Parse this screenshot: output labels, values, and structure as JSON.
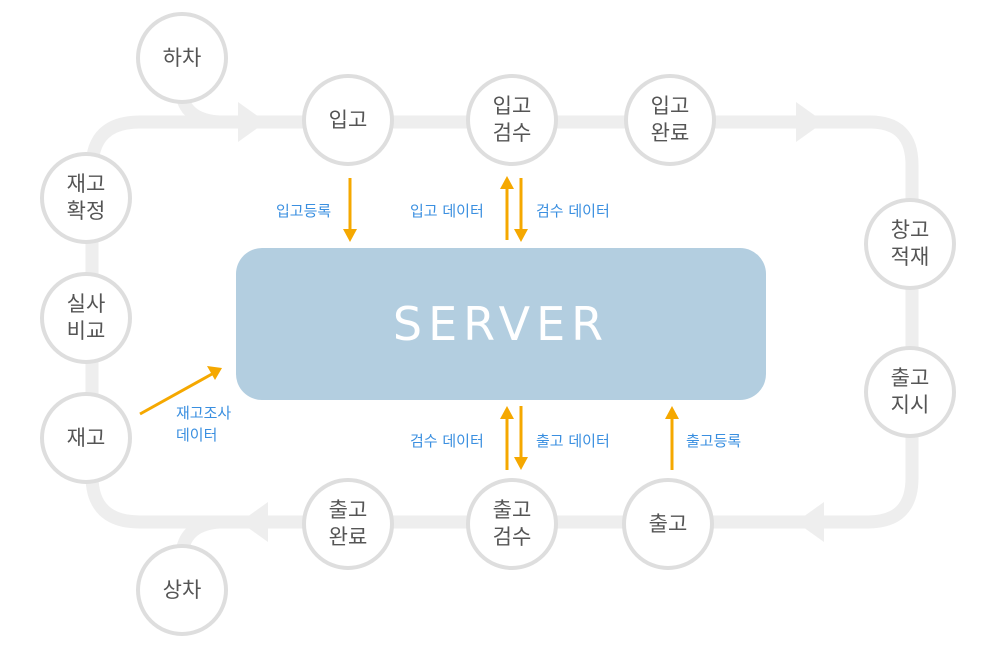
{
  "server": {
    "label": "SERVER"
  },
  "nodes": {
    "hacha": [
      "하차"
    ],
    "ipgo": [
      "입고"
    ],
    "ipgo_inspect": [
      "입고",
      "검수"
    ],
    "ipgo_done": [
      "입고",
      "완료"
    ],
    "changgo_load": [
      "창고",
      "적재"
    ],
    "chulgo_order": [
      "출고",
      "지시"
    ],
    "chulgo": [
      "출고"
    ],
    "chulgo_inspect": [
      "출고",
      "검수"
    ],
    "chulgo_done": [
      "출고",
      "완료"
    ],
    "sangcha": [
      "상차"
    ],
    "jaego": [
      "재고"
    ],
    "compare": [
      "실사",
      "비교"
    ],
    "confirm": [
      "재고",
      "확정"
    ]
  },
  "labels": {
    "ipgo_register": "입고등록",
    "ipgo_data": "입고 데이터",
    "inspect_data_top": "검수 데이터",
    "inspect_data_bottom": "검수 데이터",
    "chulgo_data": "출고 데이터",
    "chulgo_register": "출고등록",
    "stock_survey_line1": "재고조사",
    "stock_survey_line2": "데이터"
  },
  "colors": {
    "track": "#eeeeee",
    "node_border": "#dedede",
    "node_text": "#555555",
    "server_fill": "#b3cee0",
    "server_text": "#ffffff",
    "arrow": "#f5a800",
    "label_text": "#3a8fe0"
  }
}
